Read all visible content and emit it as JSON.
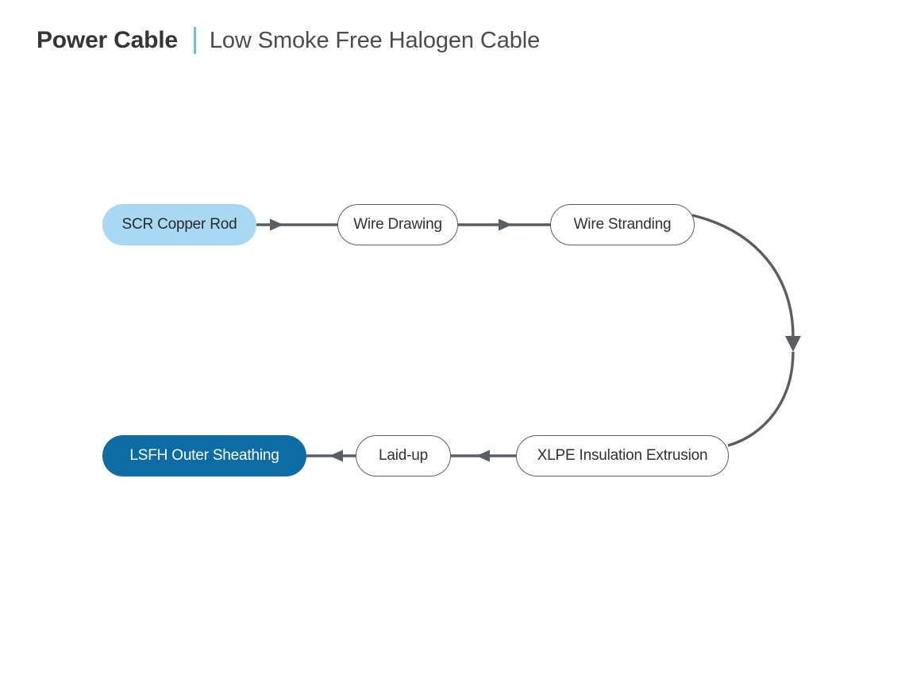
{
  "header": {
    "title": "Power Cable",
    "divider": "|",
    "subtitle": "Low Smoke Free Halogen Cable",
    "divider_color": "#6FBFE8",
    "title_color": "#333537",
    "subtitle_color": "#4A4D50"
  },
  "diagram": {
    "type": "process-flow",
    "connector_color": "#5A5E63",
    "nodes": [
      {
        "id": "scr-copper-rod",
        "label": "SCR Copper Rod",
        "style": "start",
        "fill": "#A9D9F2",
        "text_color": "#27292B",
        "row": "top"
      },
      {
        "id": "wire-drawing",
        "label": "Wire Drawing",
        "style": "plain",
        "fill": "#FFFFFF",
        "text_color": "#2F3133",
        "row": "top"
      },
      {
        "id": "wire-stranding",
        "label": "Wire Stranding",
        "style": "plain",
        "fill": "#FFFFFF",
        "text_color": "#2F3133",
        "row": "top"
      },
      {
        "id": "xlpe-insulation",
        "label": "XLPE Insulation Extrusion",
        "style": "plain",
        "fill": "#FFFFFF",
        "text_color": "#2F3133",
        "row": "bottom"
      },
      {
        "id": "laid-up",
        "label": "Laid-up",
        "style": "plain",
        "fill": "#FFFFFF",
        "text_color": "#2F3133",
        "row": "bottom"
      },
      {
        "id": "lsfh-outer-sheathing",
        "label": "LSFH Outer Sheathing",
        "style": "end",
        "fill": "#0E6CA4",
        "text_color": "#FFFFFF",
        "row": "bottom"
      }
    ],
    "edges": [
      {
        "from": "scr-copper-rod",
        "to": "wire-drawing",
        "kind": "straight",
        "direction": "right"
      },
      {
        "from": "wire-drawing",
        "to": "wire-stranding",
        "kind": "straight",
        "direction": "right"
      },
      {
        "from": "wire-stranding",
        "to": "xlpe-insulation",
        "kind": "curved",
        "direction": "down"
      },
      {
        "from": "xlpe-insulation",
        "to": "laid-up",
        "kind": "straight",
        "direction": "left"
      },
      {
        "from": "laid-up",
        "to": "lsfh-outer-sheathing",
        "kind": "straight",
        "direction": "left"
      }
    ]
  }
}
